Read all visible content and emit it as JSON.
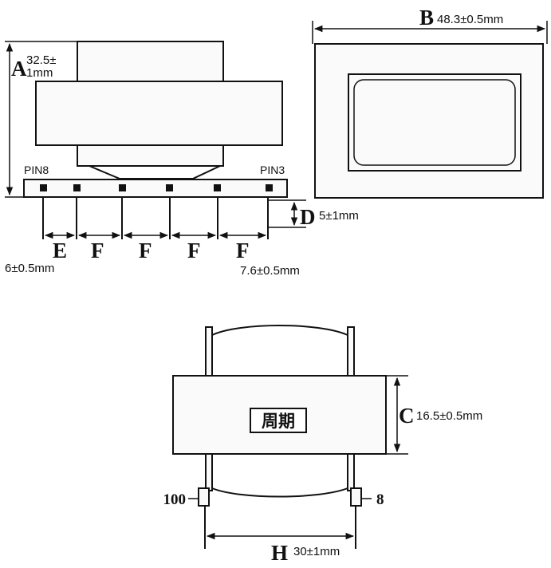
{
  "dimensions": {
    "A": {
      "letter": "A",
      "value_line1": "32.5±",
      "value_line2": "1mm"
    },
    "B": {
      "letter": "B",
      "value": "48.3±0.5mm"
    },
    "C": {
      "letter": "C",
      "value": "16.5±0.5mm"
    },
    "D": {
      "letter": "D",
      "value": "5±1mm"
    },
    "E": {
      "letter": "E",
      "value": "6±0.5mm"
    },
    "F": {
      "letter": "F",
      "value": "7.6±0.5mm"
    },
    "H": {
      "letter": "H",
      "value": "30±1mm"
    }
  },
  "pins": {
    "left": "PIN8",
    "right": "PIN3"
  },
  "bottom_pins": {
    "left": "100",
    "right": "8"
  },
  "label_box": "周期"
}
